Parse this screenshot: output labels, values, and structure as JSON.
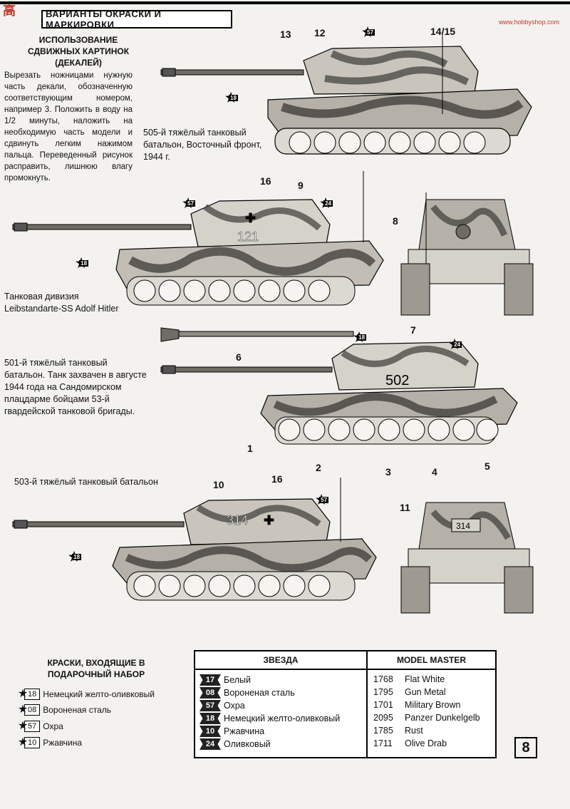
{
  "header": {
    "title": "ВАРИАНТЫ ОКРАСКИ И МАРКИРОВКИ",
    "logo_text": "高",
    "watermark_url": "www.hobbyshop.com"
  },
  "instructions": {
    "title": "ИСПОЛЬЗОВАНИЕ СДВИЖНЫХ КАРТИНОК (ДЕКАЛЕЙ)",
    "body": "Вырезать ножницами нужную часть декали, обозначенную соответствующим номером, например 3. Положить в воду на 1/2 минуты, наложить на необходимую часть модели и сдвинуть легким нажимом пальца. Переведенный рисунок расправить, лишнюю влагу промокнуть."
  },
  "tanks": [
    {
      "caption": "505-й тяжёлый танковый батальон, Восточный фронт, 1944 г.",
      "callouts": [
        "13",
        "12",
        "14/15"
      ],
      "badges": [
        "57",
        "18"
      ],
      "turret_number": ""
    },
    {
      "caption": "Танковая дивизия Leibstandarte-SS Adolf Hitler",
      "callouts": [
        "16",
        "9",
        "8"
      ],
      "badges": [
        "57",
        "24",
        "18"
      ],
      "turret_number": "121"
    },
    {
      "caption": "501-й тяжёлый танковый батальон. Танк захвачен в августе 1944 года на Сандомирском плацдарме бойцами 53-й гвардейской танковой бригады.",
      "callouts": [
        "6",
        "7",
        "1",
        "2",
        "3",
        "4",
        "5"
      ],
      "badges": [
        "18",
        "24"
      ],
      "turret_number": "502"
    },
    {
      "caption": "503-й тяжёлый танковый батальон",
      "callouts": [
        "10",
        "16",
        "11"
      ],
      "badges": [
        "57",
        "18"
      ],
      "turret_number": "314"
    }
  ],
  "paints_kit": {
    "title": "КРАСКИ, ВХОДЯЩИЕ В ПОДАРОЧНЫЙ НАБОР",
    "items": [
      {
        "code": "18",
        "name": "Немецкий желто-оливковый"
      },
      {
        "code": "08",
        "name": "Вороненая сталь"
      },
      {
        "code": "57",
        "name": "Охра"
      },
      {
        "code": "10",
        "name": "Ржавчина"
      }
    ]
  },
  "paint_table": {
    "header_left": "ЗВЕЗДА",
    "header_right": "MODEL MASTER",
    "rows": [
      {
        "z_code": "17",
        "z_name": "Белый",
        "mm_code": "1768",
        "mm_name": "Flat White"
      },
      {
        "z_code": "08",
        "z_name": "Вороненая сталь",
        "mm_code": "1795",
        "mm_name": "Gun Metal"
      },
      {
        "z_code": "57",
        "z_name": "Охра",
        "mm_code": "1701",
        "mm_name": "Military Brown"
      },
      {
        "z_code": "18",
        "z_name": "Немецкий желто-оливковый",
        "mm_code": "2095",
        "mm_name": "Panzer Dunkelgelb"
      },
      {
        "z_code": "10",
        "z_name": "Ржавчина",
        "mm_code": "1785",
        "mm_name": "Rust"
      },
      {
        "z_code": "24",
        "z_name": "Оливковый",
        "mm_code": "1711",
        "mm_name": "Olive Drab"
      }
    ]
  },
  "page_number": "8",
  "colors": {
    "camo_light": "#c9c5bc",
    "camo_mid": "#8e8a83",
    "camo_dark": "#3c3a37",
    "accent_red": "#c0392b"
  }
}
